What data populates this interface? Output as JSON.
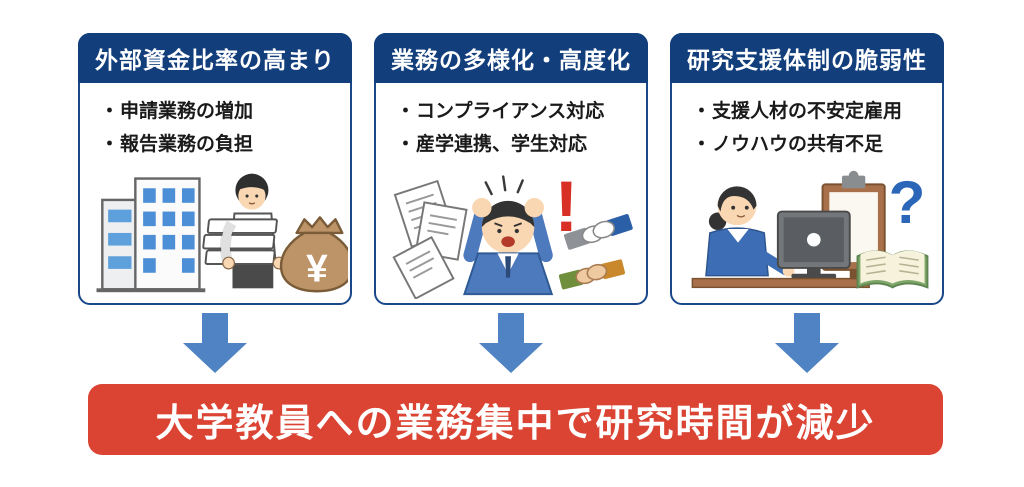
{
  "colors": {
    "header_bg": "#123E7C",
    "box_border": "#1A4787",
    "arrow": "#4F83C3",
    "banner_bg": "#DB4433",
    "banner_text": "#FFFFFF",
    "text": "#1A1A1A"
  },
  "bullet_marker": "・",
  "boxes": [
    {
      "title": "外部資金比率の高まり",
      "bullets": [
        "申請業務の増加",
        "報告業務の負担"
      ],
      "illustration": "man carrying stack of documents beside building with money bag"
    },
    {
      "title": "業務の多様化・高度化",
      "bullets": [
        "コンプライアンス対応",
        "産学連携、学生対応"
      ],
      "illustration": "stressed man holding head with flying papers, exclamation mark and handshakes"
    },
    {
      "title": "研究支援体制の脆弱性",
      "bullets": [
        "支援人材の不安定雇用",
        "ノウハウの共有不足"
      ],
      "illustration": "woman at computer with clipboard, open book and question mark"
    }
  ],
  "banner": {
    "text": "大学教員への業務集中で研究時間が減少"
  },
  "glyphs": {
    "yen_symbol": "¥",
    "exclamation": "!",
    "question": "?"
  }
}
